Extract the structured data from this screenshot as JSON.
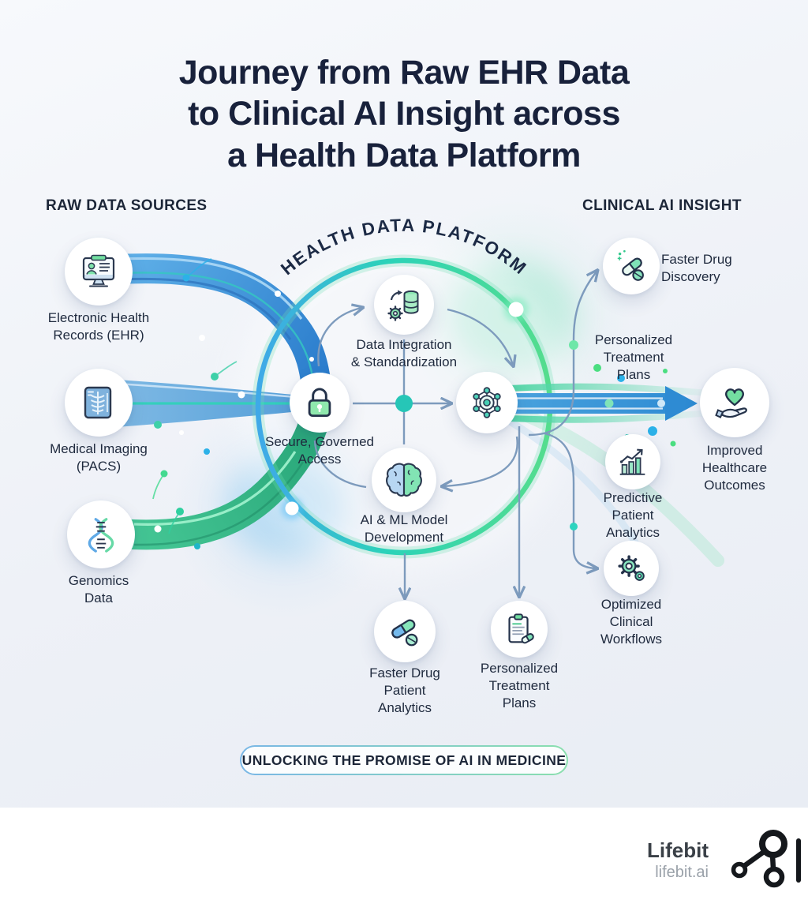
{
  "header": {
    "title_lines": [
      "Journey from Raw EHR Data",
      "to Clinical AI Insight across",
      "a Health Data Platform"
    ]
  },
  "section_headers": {
    "left": "RAW DATA SOURCES",
    "right": "CLINICAL AI INSIGHT"
  },
  "sources": [
    {
      "id": "ehr",
      "icon": "ehr-monitor-icon",
      "label_lines": [
        "Electronic Health",
        "Records (EHR)"
      ]
    },
    {
      "id": "pacs",
      "icon": "xray-icon",
      "label_lines": [
        "Medical Imaging",
        "(PACS)"
      ]
    },
    {
      "id": "genomics",
      "icon": "dna-icon",
      "label_lines": [
        "Genomics",
        "Data"
      ]
    }
  ],
  "platform": {
    "arc_label": "HEALTH DATA PLATFORM",
    "nodes": [
      {
        "id": "integration",
        "icon": "database-sync-gear-icon",
        "label_lines": [
          "Data Integration",
          "& Standardization"
        ]
      },
      {
        "id": "access",
        "icon": "lock-icon",
        "label_lines": [
          "Secure, Governed",
          "Access"
        ]
      },
      {
        "id": "ml",
        "icon": "brain-icon",
        "label_lines": [
          "AI & ML Model",
          "Development"
        ]
      },
      {
        "id": "hub",
        "icon": "ai-network-icon",
        "label_lines": []
      }
    ]
  },
  "outcomes": [
    {
      "id": "drug-discovery",
      "icon": "capsule-pill-icon",
      "label_lines": [
        "Faster Drug",
        "Discovery"
      ]
    },
    {
      "id": "treatment-plans-right",
      "icon": "none",
      "label_lines": [
        "Personalized",
        "Treatment",
        "Plans"
      ]
    },
    {
      "id": "improved-outcomes",
      "icon": "heart-hand-icon",
      "label_lines": [
        "Improved",
        "Healthcare",
        "Outcomes"
      ]
    },
    {
      "id": "predictive-analytics",
      "icon": "bar-chart-trend-icon",
      "label_lines": [
        "Predictive",
        "Patient",
        "Analytics"
      ]
    },
    {
      "id": "optimized-workflows",
      "icon": "gears-icon",
      "label_lines": [
        "Optimized",
        "Clinical",
        "Workflows"
      ]
    }
  ],
  "bottom_nodes": [
    {
      "id": "drug-patient-analytics",
      "icon": "pills-icon",
      "label_lines": [
        "Faster Drug",
        "Patient",
        "Analytics"
      ]
    },
    {
      "id": "treatment-plans-bottom",
      "icon": "clipboard-capsule-icon",
      "label_lines": [
        "Personalized",
        "Treatment",
        "Plans"
      ]
    }
  ],
  "banner": {
    "text": "UNLOCKING THE PROMISE OF AI IN MEDICINE"
  },
  "footer": {
    "brand": "Lifebit",
    "domain": "lifebit.ai"
  },
  "colors": {
    "title_navy": "#18213b",
    "label_navy": "#1f2a3e",
    "ribbon_blue": "#3f95d8",
    "ribbon_green": "#3cbf92",
    "ring_blue": "#3fa9e8",
    "ring_teal": "#2cd3b8",
    "ring_green": "#55dd8d",
    "connector_steel": "#7d9bbd",
    "center_dot_teal": "#26c6b7",
    "background": "#eef1f7"
  }
}
